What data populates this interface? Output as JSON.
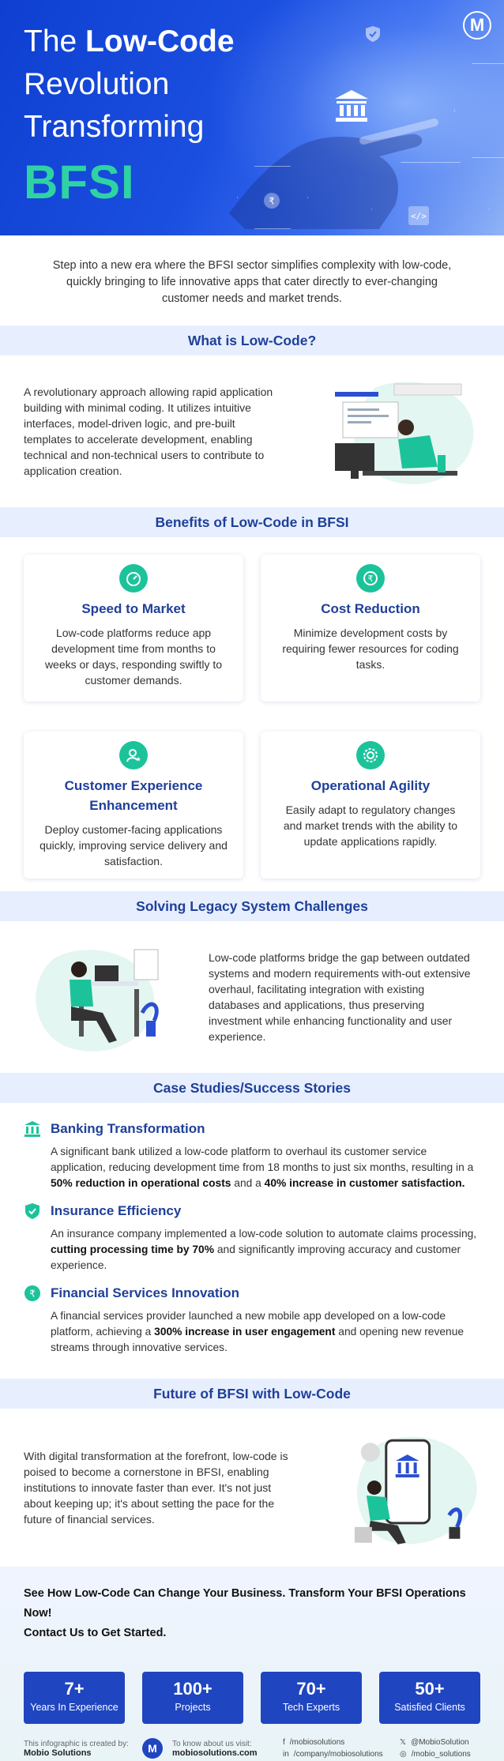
{
  "hero": {
    "title_line1_pre": "The ",
    "title_line1_bold": "Low-Code",
    "title_line2": "Revolution",
    "title_line3": "Transforming",
    "title_highlight": "BFSI",
    "logo_letter": "M"
  },
  "intro": "Step into a new era where the BFSI sector simplifies complexity with low-code, quickly bringing to life innovative apps that cater directly to ever-changing customer needs and market trends.",
  "what": {
    "heading": "What is Low-Code?",
    "text": "A revolutionary approach allowing rapid application building with minimal coding. It utilizes intuitive interfaces, model-driven logic, and pre-built templates to accelerate development, enabling technical and non-technical users to contribute to application creation."
  },
  "benefits": {
    "heading": "Benefits of Low-Code in BFSI",
    "items": [
      {
        "title": "Speed to Market",
        "text": "Low-code platforms reduce app development time from months to weeks or days, responding swiftly to customer demands.",
        "icon": "speedometer-icon"
      },
      {
        "title": "Cost Reduction",
        "text": "Minimize development costs by requiring fewer resources for coding tasks.",
        "icon": "rupee-icon"
      },
      {
        "title": "Customer Experience Enhancement",
        "text": "Deploy customer-facing applications quickly, improving service delivery and satisfaction.",
        "icon": "user-star-icon"
      },
      {
        "title": "Operational Agility",
        "text": "Easily adapt to regulatory changes and market trends with the ability to update applications rapidly.",
        "icon": "gear-icon"
      }
    ]
  },
  "legacy": {
    "heading": "Solving Legacy System Challenges",
    "text": "Low-code platforms bridge the gap between outdated systems and modern requirements with-out extensive overhaul, facilitating integration with existing databases and applications, thus preserving investment while enhancing functionality and user experience."
  },
  "cases": {
    "heading": "Case Studies/Success Stories",
    "items": [
      {
        "title": "Banking Transformation",
        "icon": "bank-icon",
        "t1": "A significant bank utilized a low-code platform to overhaul its customer service application, reducing development time from 18 months to just six months, resulting in a ",
        "b1": "50% reduction in operational costs",
        "t2": " and a ",
        "b2": "40% increase in customer satisfaction.",
        "t3": ""
      },
      {
        "title": "Insurance Efficiency",
        "icon": "shield-check-icon",
        "t1": "An insurance company implemented a low-code solution to automate claims processing, ",
        "b1": "cutting processing time by 70%",
        "t2": " and significantly improving accuracy and customer experience.",
        "b2": "",
        "t3": ""
      },
      {
        "title": "Financial Services Innovation",
        "icon": "rupee-coin-icon",
        "t1": "A financial services provider launched a new mobile app developed on a low-code platform, achieving a ",
        "b1": "300% increase in user engagement",
        "t2": " and opening new revenue streams through innovative services.",
        "b2": "",
        "t3": ""
      }
    ]
  },
  "future": {
    "heading": "Future of BFSI with Low-Code",
    "text": "With digital transformation at the forefront, low-code is poised to become a cornerstone in BFSI, enabling institutions to innovate faster than ever. It's not just about keeping up; it's about setting the pace for the future of financial services."
  },
  "cta": {
    "line1": "See How Low-Code Can Change Your Business. Transform Your BFSI Operations Now!",
    "line2": "Contact Us to Get Started."
  },
  "stats": [
    {
      "num": "7+",
      "label": "Years In Experience"
    },
    {
      "num": "100+",
      "label": "Projects"
    },
    {
      "num": "70+",
      "label": "Tech Experts"
    },
    {
      "num": "50+",
      "label": "Satisfied Clients"
    }
  ],
  "footer": {
    "created_label": "This infographic is created by:",
    "company": "Mobio Solutions",
    "visit_label": "To know about us visit:",
    "website": "mobiosolutions.com",
    "facebook": "/mobiosolutions",
    "linkedin": "/company/mobiosolutions",
    "twitter": "@MobioSolution",
    "instagram": "/mobio_solutions"
  },
  "colors": {
    "primary": "#1f3f99",
    "accent": "#1cc39a",
    "hero": "#1b4fe0",
    "stat": "#1f45c0"
  }
}
